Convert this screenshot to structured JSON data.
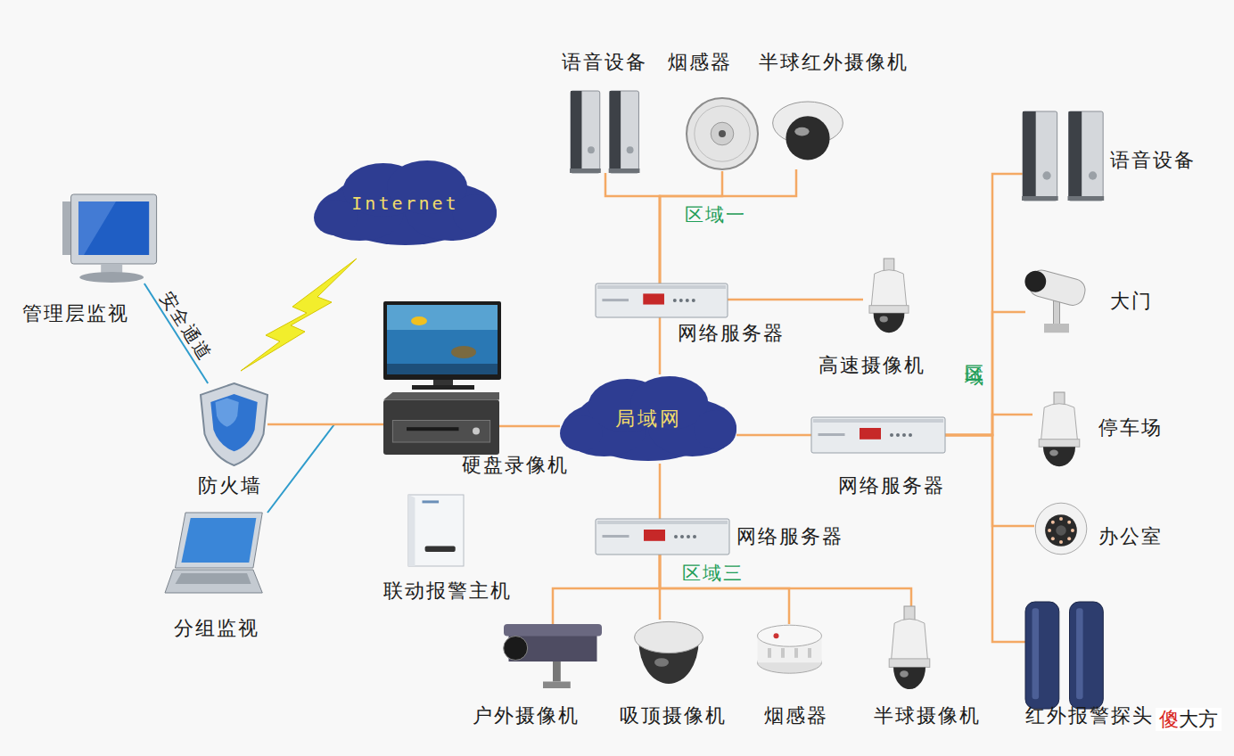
{
  "diagram": {
    "nodes": [
      {
        "text": [
          "语音设备"
        ]
      },
      {
        "text": [
          "烟感器"
        ]
      },
      {
        "text": [
          "半球红外摄像机"
        ]
      },
      {
        "text": [
          "语音设备"
        ]
      },
      {
        "text": [
          "Internet"
        ]
      },
      {
        "text": [
          "管理层监视"
        ]
      },
      {
        "text": [
          "网络服务器"
        ]
      },
      {
        "text": [
          "高速摄像机"
        ]
      },
      {
        "text": [
          "大门"
        ]
      },
      {
        "text": [
          "防火墙"
        ]
      },
      {
        "text": [
          "硬盘录像机"
        ]
      },
      {
        "text": [
          "局域网"
        ]
      },
      {
        "text": [
          "停车场"
        ]
      },
      {
        "text": [
          "网络服务器"
        ]
      },
      {
        "text": [
          "网络服务器"
        ]
      },
      {
        "text": [
          "联动报警主机"
        ]
      },
      {
        "text": [
          "办公室"
        ]
      },
      {
        "text": [
          "分组监视"
        ]
      },
      {
        "text": [
          "户外摄像机"
        ]
      },
      {
        "text": [
          "吸顶摄像机"
        ]
      },
      {
        "text": [
          "烟感器"
        ]
      },
      {
        "text": [
          "半球摄像机"
        ]
      },
      {
        "text": [
          "红外报警探头"
        ]
      }
    ],
    "edges": [
      {
        "from": 0,
        "to": 6,
        "arrow": "none"
      },
      {
        "from": 1,
        "to": 6,
        "arrow": "none"
      },
      {
        "from": 2,
        "to": 6,
        "arrow": "none"
      },
      {
        "from": 6,
        "to": 7,
        "arrow": "none"
      },
      {
        "from": 6,
        "to": 11,
        "arrow": "none"
      },
      {
        "from": 11,
        "to": 13,
        "arrow": "none"
      },
      {
        "from": 11,
        "to": 14,
        "arrow": "none"
      },
      {
        "from": 10,
        "to": 11,
        "arrow": "none"
      },
      {
        "from": 17,
        "to": 10,
        "arrow": "none"
      },
      {
        "from": 10,
        "to": 9,
        "arrow": "none"
      },
      {
        "from": 5,
        "to": 9,
        "label": "安全通道",
        "arrow": "none"
      },
      {
        "from": 13,
        "to": 3,
        "arrow": "none"
      },
      {
        "from": 13,
        "to": 8,
        "arrow": "none"
      },
      {
        "from": 13,
        "to": 12,
        "arrow": "none"
      },
      {
        "from": 13,
        "to": 16,
        "arrow": "none"
      },
      {
        "from": 13,
        "to": 22,
        "arrow": "none"
      },
      {
        "from": 14,
        "to": 18,
        "arrow": "none"
      },
      {
        "from": 14,
        "to": 19,
        "arrow": "none"
      },
      {
        "from": 14,
        "to": 20,
        "arrow": "none"
      },
      {
        "from": 14,
        "to": 21,
        "arrow": "none"
      }
    ],
    "labels": [
      "区域一",
      "区域二",
      "区域三",
      "傻大方"
    ]
  }
}
